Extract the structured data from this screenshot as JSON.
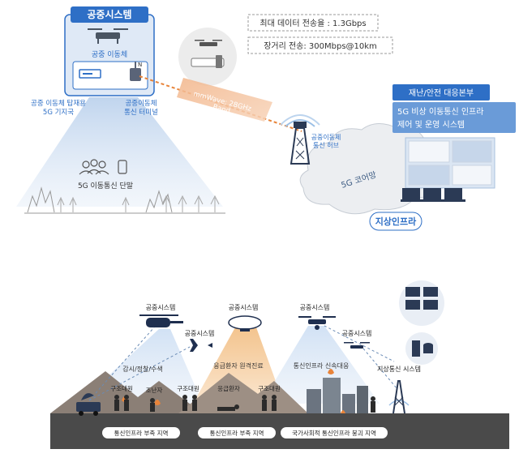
{
  "top": {
    "aerial_system_title": "공중시스템",
    "aerial_vehicle_label": "공중 이동체",
    "base_station_label": [
      "공중 이동체 탑재용",
      "5G 기지국"
    ],
    "terminal_label": [
      "공중이동체",
      "통신 터미널"
    ],
    "mmwave_label": [
      "mmWave: 28GHz",
      "Band"
    ],
    "hub_label": [
      "공중이동체",
      "통신 허브"
    ],
    "core_network_label": "5G 코어망",
    "ground_infra_label": "지상인프라",
    "terminal_users_label": "5G 이동통신 단말",
    "max_rate": "최대 데이터 전송율 : 1.3Gbps",
    "long_range": "장거리 전송: 300Mbps@10km",
    "hq_title": "재난/안전 대응본부",
    "hq_system": [
      "5G 비상 이동통신 인프라",
      "제어 및 운영 시스템"
    ]
  },
  "bottom": {
    "helicopter_label": "공중시스템",
    "airship_label": "공중시스템",
    "drone_big_label": "공중시스템",
    "plane_label": "공중시스템",
    "drone_small_label": "공중시스템",
    "beam_1": "감시/정찰/수색",
    "beam_2": "응급환자 원격진료",
    "beam_3": "통신인프라 신속대응",
    "rescue_1": "구조대원",
    "victim": "조난자",
    "rescue_2": "구조대원",
    "patient": "응급환자",
    "rescue_3": "구조대원",
    "ground_system": "지상통신 시스템",
    "zone_1": "통신인프라 부족 지역",
    "zone_2": "통신인프라 부족 지역",
    "zone_3": "국가사회적 통신인프라 붕괴 지역"
  },
  "colors": {
    "blue": "#2e6fc6",
    "light_blue": "#cfe0f4",
    "orange": "#e8843a",
    "navy": "#1f2f4f",
    "ground": "#4a4a4a"
  }
}
